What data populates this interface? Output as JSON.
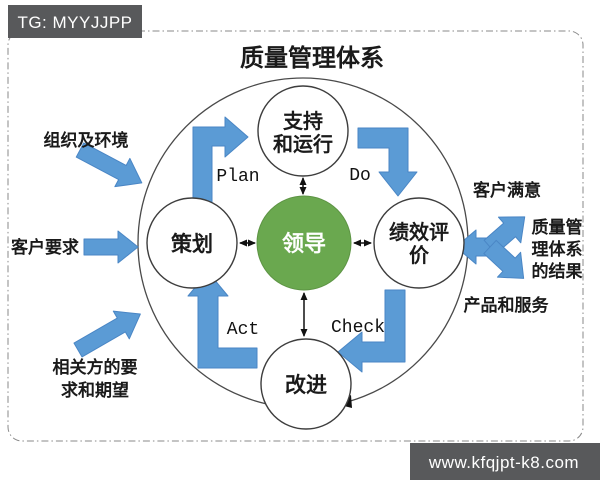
{
  "banners": {
    "top_left": "TG: MYYJJPP",
    "bottom_right": "www.kfqjpt-k8.com"
  },
  "title": "质量管理体系",
  "center": {
    "label": "领导"
  },
  "satellites": {
    "top": {
      "line1": "支持",
      "line2": "和运行"
    },
    "left": {
      "label": "策划"
    },
    "right": {
      "line1": "绩效评",
      "line2": "价"
    },
    "bottom": {
      "label": "改进"
    }
  },
  "pdca": {
    "plan": "Plan",
    "do": "Do",
    "check": "Check",
    "act": "Act"
  },
  "inputs": {
    "organization": "组织及环境",
    "customer_requirements": "客户要求",
    "interested_parties_line1": "相关方的要",
    "interested_parties_line2": "求和期望"
  },
  "outputs": {
    "customer_satisfaction": "客户满意",
    "qms_results_line1": "质量管",
    "qms_results_line2": "理体系",
    "qms_results_line3": "的结果",
    "products_services": "产品和服务"
  },
  "colors": {
    "arrow_blue": "#5b9bd5",
    "arrow_blue_edge": "#4a86c5",
    "center_green": "#6aa84f",
    "banner_gray": "#58595b",
    "line_dark": "#3d3d3d"
  }
}
